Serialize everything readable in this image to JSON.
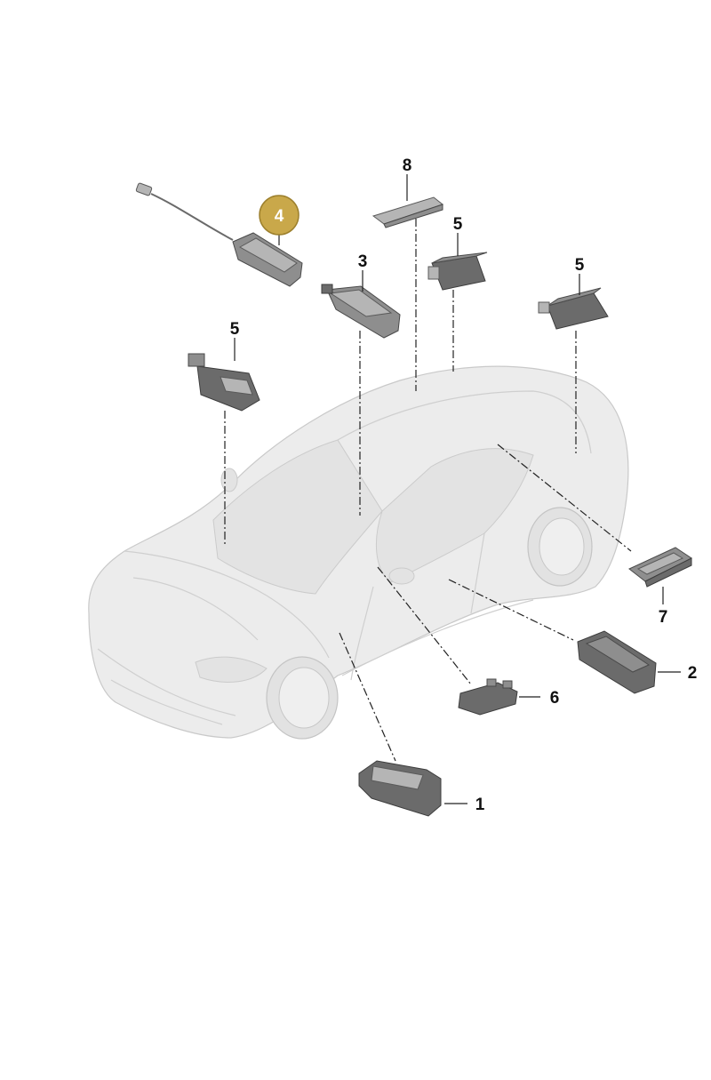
{
  "callouts": [
    {
      "id": "c1",
      "label": "1",
      "highlighted": false
    },
    {
      "id": "c2",
      "label": "2",
      "highlighted": false
    },
    {
      "id": "c3",
      "label": "3",
      "highlighted": false
    },
    {
      "id": "c4",
      "label": "4",
      "highlighted": true
    },
    {
      "id": "c5a",
      "label": "5",
      "highlighted": false
    },
    {
      "id": "c5b",
      "label": "5",
      "highlighted": false
    },
    {
      "id": "c5c",
      "label": "5",
      "highlighted": false
    },
    {
      "id": "c6",
      "label": "6",
      "highlighted": false
    },
    {
      "id": "c7",
      "label": "7",
      "highlighted": false
    },
    {
      "id": "c8",
      "label": "8",
      "highlighted": false
    }
  ],
  "colors": {
    "highlight_fill": "#c9a84a",
    "highlight_stroke": "#9c7f2c",
    "car": "#ececec",
    "part": "#6b6b6b"
  }
}
